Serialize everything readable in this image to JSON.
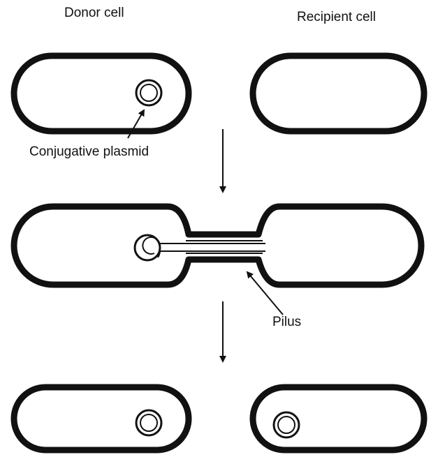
{
  "labels": {
    "donor_cell": "Donor cell",
    "recipient_cell": "Recipient cell",
    "conjugative_plasmid": "Conjugative plasmid",
    "pilus": "Pilus"
  },
  "colors": {
    "ink": "#111111",
    "cell_fill": "#ffffff"
  }
}
